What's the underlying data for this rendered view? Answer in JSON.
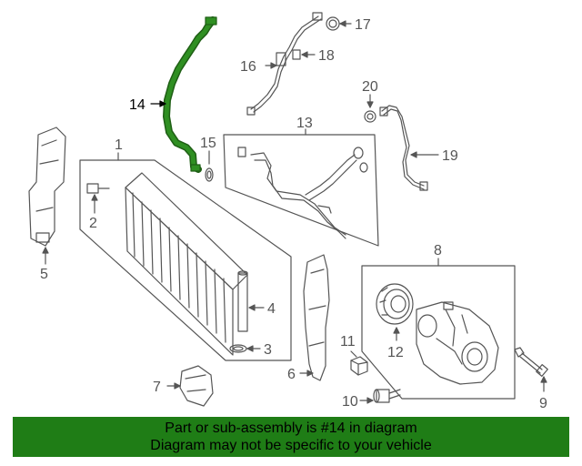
{
  "diagram": {
    "highlight_color": "#1f7d16",
    "line_color": "#555555",
    "callouts": {
      "c1": "1",
      "c2": "2",
      "c3": "3",
      "c4": "4",
      "c5": "5",
      "c6": "6",
      "c7": "7",
      "c8": "8",
      "c9": "9",
      "c10": "10",
      "c11": "11",
      "c12": "12",
      "c13": "13",
      "c14": "14",
      "c15": "15",
      "c16": "16",
      "c17": "17",
      "c18": "18",
      "c19": "19",
      "c20": "20"
    }
  },
  "banner": {
    "line1": "Part or sub-assembly is #14 in diagram",
    "line2": "Diagram may not be specific to your vehicle"
  }
}
